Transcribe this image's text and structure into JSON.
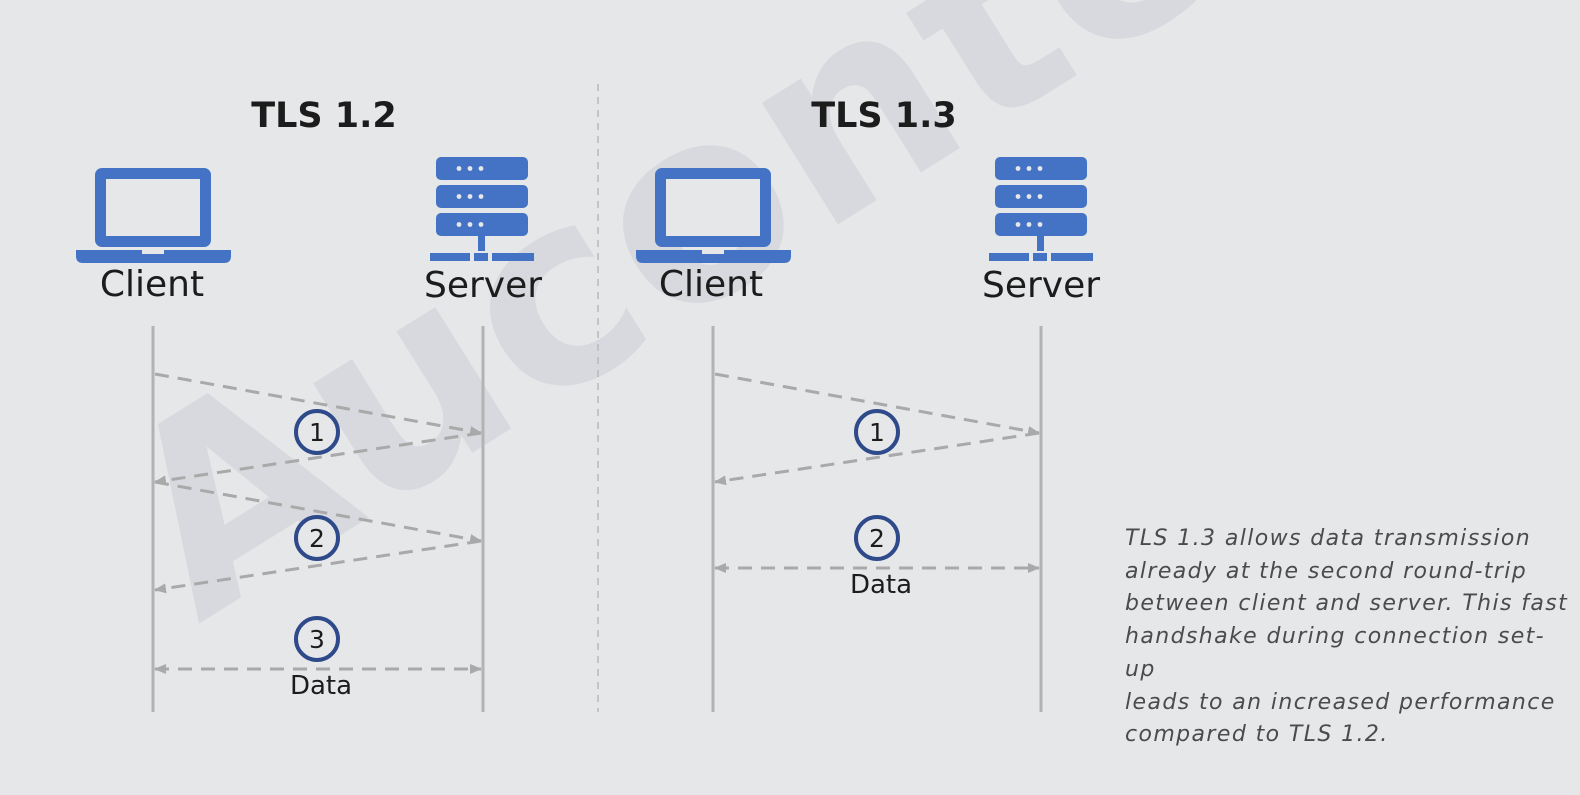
{
  "watermark": "Aucontech",
  "colors": {
    "background": "#e6e7e9",
    "icon_blue": "#4472c4",
    "step_circle": "#2f4a8a",
    "line_gray": "#b3b3b3",
    "arrow_gray": "#a9a9a9"
  },
  "tls12": {
    "title": "TLS 1.2",
    "client": {
      "label": "Client",
      "icon": "laptop-icon"
    },
    "server": {
      "label": "Server",
      "icon": "server-icon"
    },
    "steps": [
      "1",
      "2",
      "3"
    ],
    "data_label": "Data"
  },
  "tls13": {
    "title": "TLS 1.3",
    "client": {
      "label": "Client",
      "icon": "laptop-icon"
    },
    "server": {
      "label": "Server",
      "icon": "server-icon"
    },
    "steps": [
      "1",
      "2"
    ],
    "data_label": "Data"
  },
  "note": "TLS 1.3 allows data transmission\nalready at the second round-trip\nbetween client and server. This fast\nhandshake during connection set-up\nleads to an increased performance\ncompared to TLS 1.2."
}
